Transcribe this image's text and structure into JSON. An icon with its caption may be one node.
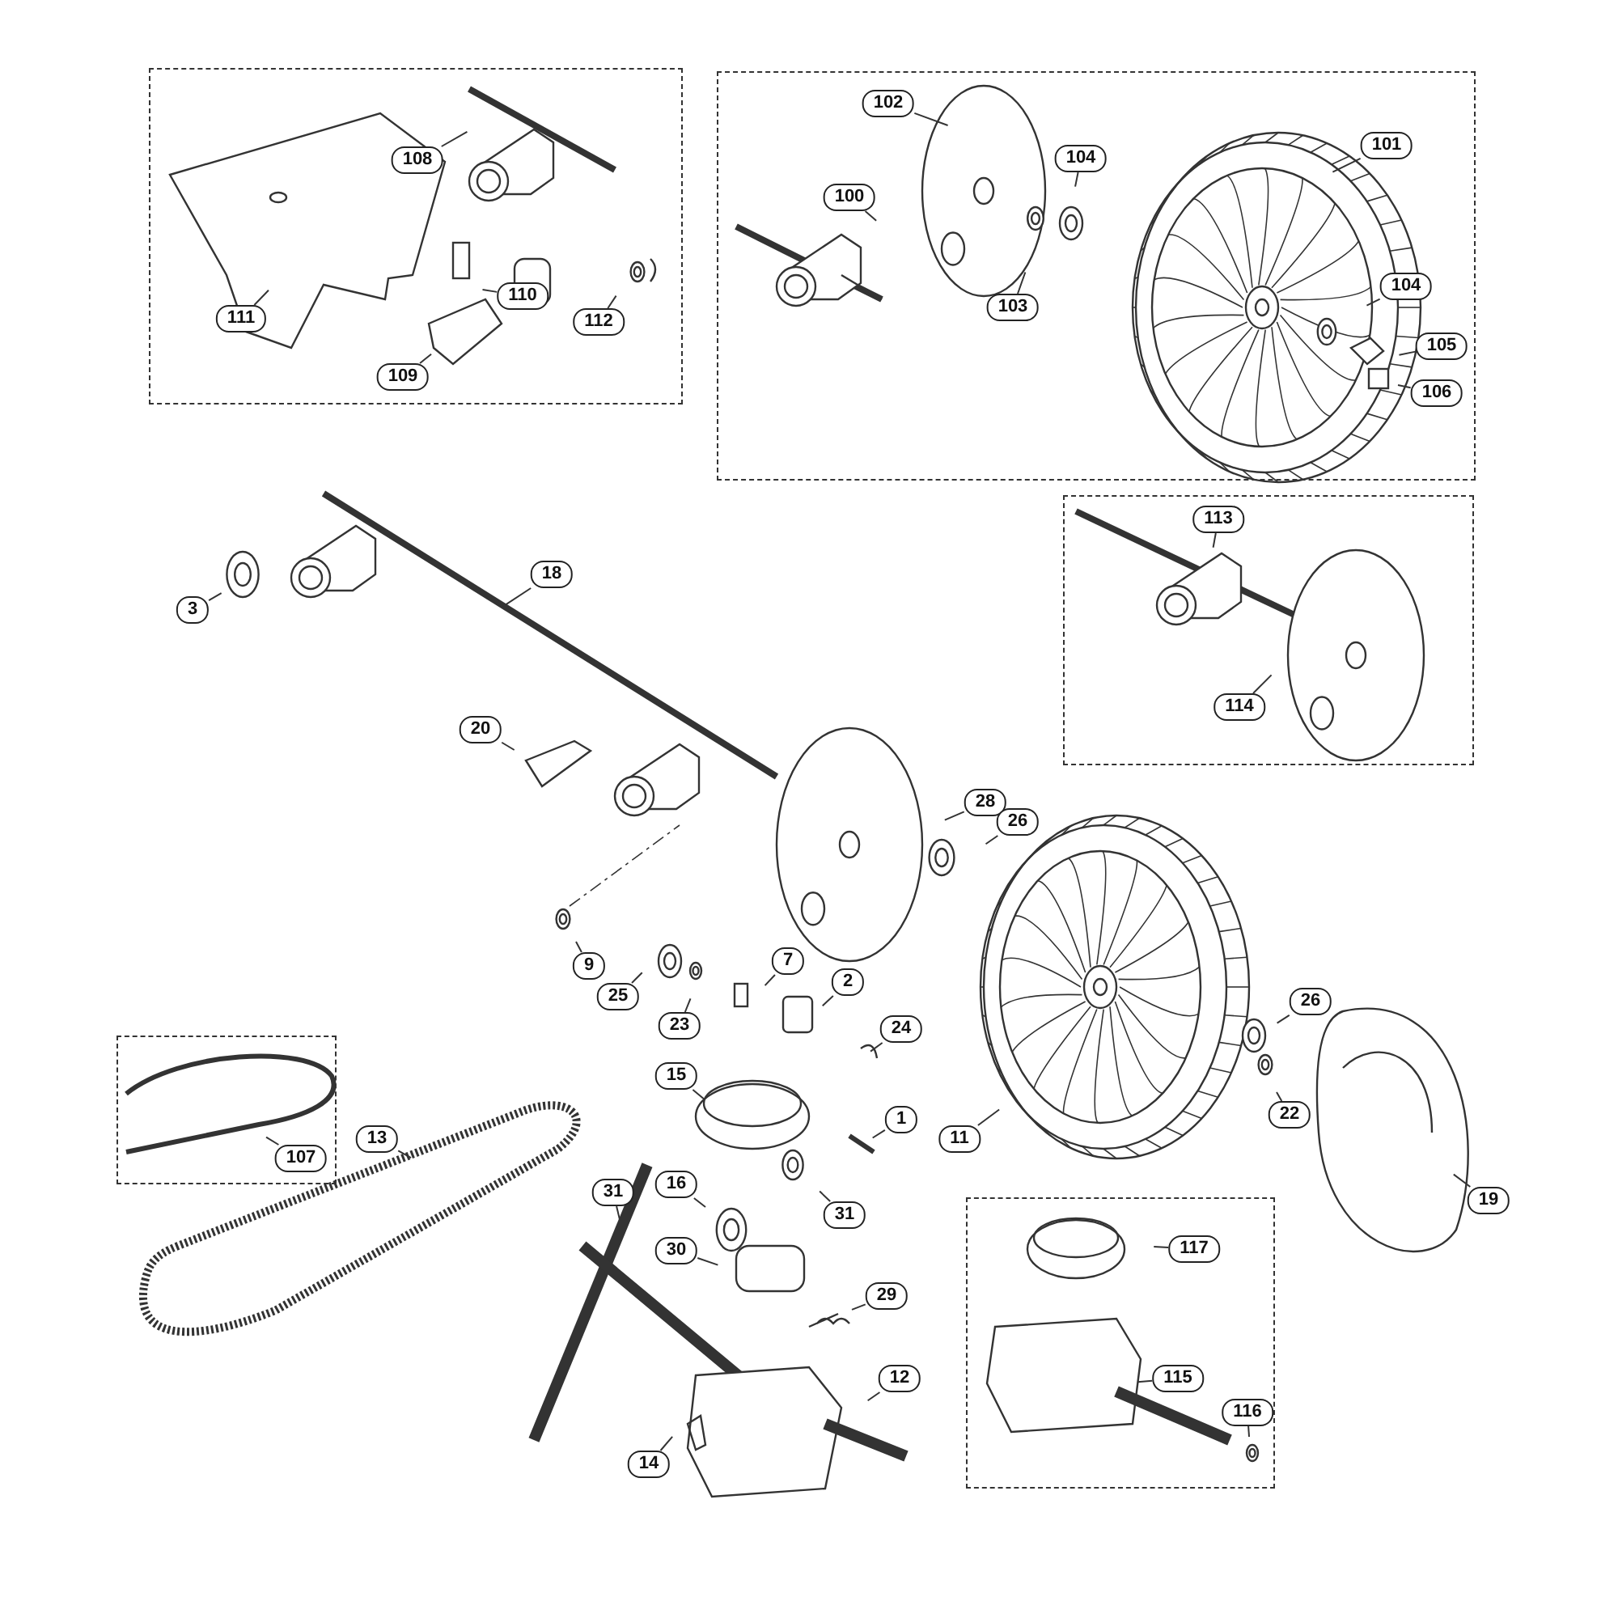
{
  "diagram": {
    "nodes": [
      {
        "text": [],
        "shape": "box"
      },
      {
        "text": [
          "108"
        ],
        "in": 0
      },
      {
        "text": [
          "111"
        ],
        "in": 0
      },
      {
        "text": [
          "110"
        ],
        "in": 0
      },
      {
        "text": [
          "112"
        ],
        "in": 0
      },
      {
        "text": [
          "109"
        ],
        "in": 0
      },
      {
        "text": [],
        "shape": "box"
      },
      {
        "text": [
          "102"
        ],
        "in": 6
      },
      {
        "text": [
          "100"
        ],
        "in": 6
      },
      {
        "text": [
          "104"
        ],
        "in": 6
      },
      {
        "text": [
          "103"
        ],
        "in": 6
      },
      {
        "text": [
          "101"
        ],
        "in": 6
      },
      {
        "text": [
          "104"
        ],
        "in": 6
      },
      {
        "text": [
          "105"
        ],
        "in": 6
      },
      {
        "text": [
          "106"
        ],
        "in": 6
      },
      {
        "text": [],
        "shape": "box"
      },
      {
        "text": [
          "113"
        ],
        "in": 15
      },
      {
        "text": [
          "114"
        ],
        "in": 15
      },
      {
        "text": [
          "3"
        ]
      },
      {
        "text": [
          "18"
        ]
      },
      {
        "text": [
          "20"
        ]
      },
      {
        "text": [
          "28"
        ]
      },
      {
        "text": [
          "26"
        ]
      },
      {
        "text": [
          "9"
        ]
      },
      {
        "text": [
          "25"
        ]
      },
      {
        "text": [
          "7"
        ]
      },
      {
        "text": [
          "23"
        ]
      },
      {
        "text": [
          "2"
        ]
      },
      {
        "text": [
          "24"
        ]
      },
      {
        "text": [
          "15"
        ]
      },
      {
        "text": [
          "1"
        ]
      },
      {
        "text": [
          "11"
        ]
      },
      {
        "text": [
          "26"
        ]
      },
      {
        "text": [
          "22"
        ]
      },
      {
        "text": [
          "19"
        ]
      },
      {
        "text": [],
        "shape": "box"
      },
      {
        "text": [
          "107"
        ],
        "in": 35
      },
      {
        "text": [
          "13"
        ]
      },
      {
        "text": [
          "31"
        ]
      },
      {
        "text": [
          "16"
        ]
      },
      {
        "text": [
          "31"
        ]
      },
      {
        "text": [
          "30"
        ]
      },
      {
        "text": [
          "29"
        ]
      },
      {
        "text": [],
        "shape": "box"
      },
      {
        "text": [
          "117"
        ],
        "in": 43
      },
      {
        "text": [
          "115"
        ],
        "in": 43
      },
      {
        "text": [
          "116"
        ],
        "in": 43
      },
      {
        "text": [
          "12"
        ]
      },
      {
        "text": [
          "14"
        ]
      }
    ],
    "edges": [
      {
        "from": 1,
        "to": null,
        "arrow": "none"
      },
      {
        "from": 2,
        "to": null,
        "arrow": "none"
      },
      {
        "from": 3,
        "to": null,
        "arrow": "none"
      },
      {
        "from": 4,
        "to": null,
        "arrow": "none"
      },
      {
        "from": 5,
        "to": null,
        "arrow": "none"
      },
      {
        "from": 7,
        "to": null,
        "arrow": "none"
      },
      {
        "from": 8,
        "to": null,
        "arrow": "none"
      },
      {
        "from": 9,
        "to": null,
        "arrow": "none"
      },
      {
        "from": 10,
        "to": null,
        "arrow": "none"
      },
      {
        "from": 11,
        "to": null,
        "arrow": "none"
      },
      {
        "from": 12,
        "to": null,
        "arrow": "none"
      },
      {
        "from": 13,
        "to": null,
        "arrow": "none"
      },
      {
        "from": 14,
        "to": null,
        "arrow": "none"
      },
      {
        "from": 16,
        "to": null,
        "arrow": "none"
      },
      {
        "from": 17,
        "to": null,
        "arrow": "none"
      },
      {
        "from": 18,
        "to": null,
        "arrow": "none"
      },
      {
        "from": 19,
        "to": null,
        "arrow": "none"
      },
      {
        "from": 20,
        "to": null,
        "arrow": "none"
      },
      {
        "from": 21,
        "to": null,
        "arrow": "none"
      },
      {
        "from": 22,
        "to": null,
        "arrow": "none"
      },
      {
        "from": 23,
        "to": null,
        "arrow": "none"
      },
      {
        "from": 24,
        "to": null,
        "arrow": "none"
      },
      {
        "from": 25,
        "to": null,
        "arrow": "none"
      },
      {
        "from": 26,
        "to": null,
        "arrow": "none"
      },
      {
        "from": 27,
        "to": null,
        "arrow": "none"
      },
      {
        "from": 28,
        "to": null,
        "arrow": "none"
      },
      {
        "from": 29,
        "to": null,
        "arrow": "none"
      },
      {
        "from": 30,
        "to": null,
        "arrow": "none"
      },
      {
        "from": 31,
        "to": null,
        "arrow": "none"
      },
      {
        "from": 32,
        "to": null,
        "arrow": "none"
      },
      {
        "from": 33,
        "to": null,
        "arrow": "none"
      },
      {
        "from": 34,
        "to": null,
        "arrow": "none"
      },
      {
        "from": 36,
        "to": null,
        "arrow": "none"
      },
      {
        "from": 37,
        "to": null,
        "arrow": "none"
      },
      {
        "from": 38,
        "to": null,
        "arrow": "none"
      },
      {
        "from": 39,
        "to": null,
        "arrow": "none"
      },
      {
        "from": 40,
        "to": null,
        "arrow": "none"
      },
      {
        "from": 41,
        "to": null,
        "arrow": "none"
      },
      {
        "from": 42,
        "to": null,
        "arrow": "none"
      },
      {
        "from": 44,
        "to": null,
        "arrow": "none"
      },
      {
        "from": 45,
        "to": null,
        "arrow": "none"
      },
      {
        "from": 46,
        "to": null,
        "arrow": "none"
      },
      {
        "from": 47,
        "to": null,
        "arrow": "none"
      },
      {
        "from": 48,
        "to": null,
        "arrow": "none"
      }
    ]
  }
}
